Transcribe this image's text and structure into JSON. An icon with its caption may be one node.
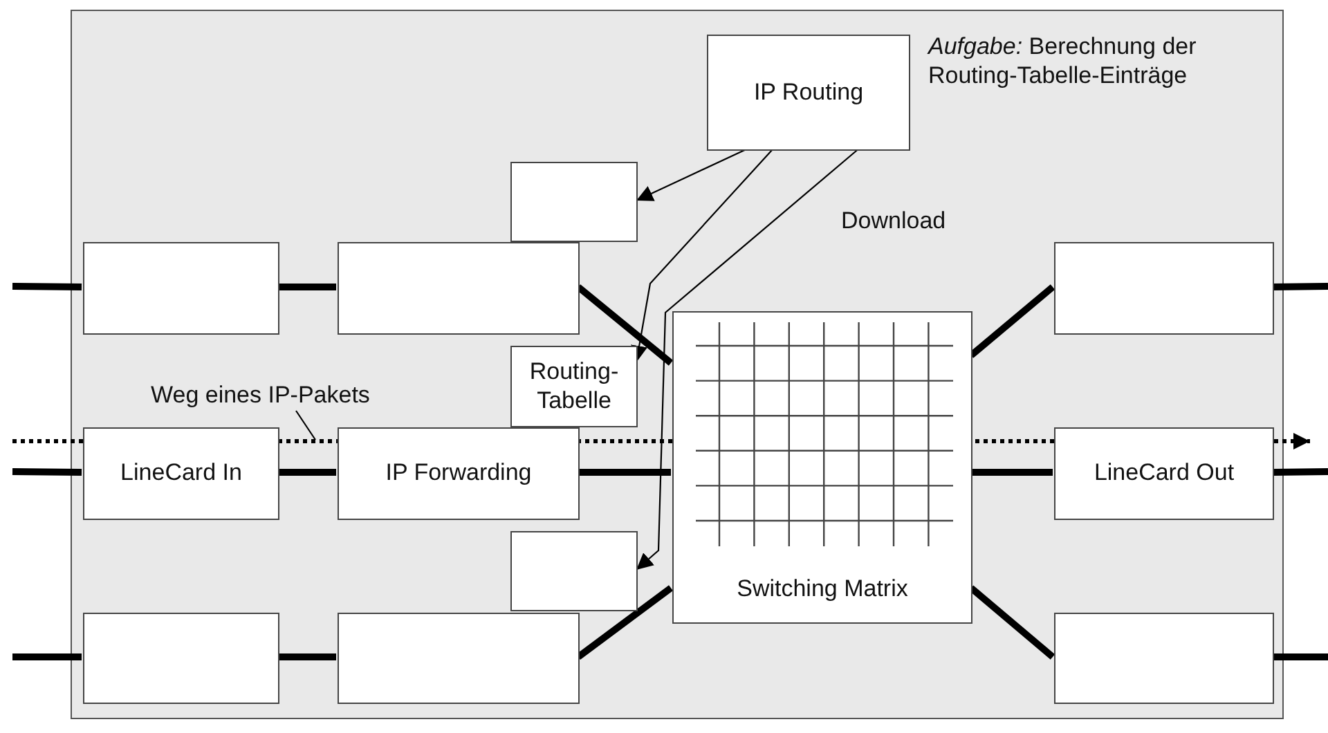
{
  "diagram": {
    "nodes": [
      {
        "text": [],
        "shape": "box"
      },
      {
        "text": [
          "IP Routing"
        ],
        "in": 0,
        "beside": [
          "*Aufgabe:* Berechnung der Routing-Tabelle-Einträge"
        ]
      },
      {
        "text": [],
        "shape": "box",
        "in": 0
      },
      {
        "text": [],
        "shape": "box",
        "in": 0
      },
      {
        "text": [],
        "shape": "box",
        "in": 0
      },
      {
        "text": [
          "Routing-Tabelle"
        ],
        "in": 0
      },
      {
        "text": [
          "LineCard In"
        ],
        "in": 0
      },
      {
        "text": [
          "IP Forwarding"
        ],
        "in": 0
      },
      {
        "text": [],
        "shape": "box",
        "in": 0
      },
      {
        "text": [],
        "shape": "box",
        "in": 0
      },
      {
        "text": [],
        "shape": "box",
        "in": 0
      },
      {
        "text": [
          "Switching Matrix"
        ],
        "in": 0
      },
      {
        "text": [],
        "shape": "box",
        "in": 0
      },
      {
        "text": [
          "LineCard Out"
        ],
        "in": 0
      },
      {
        "text": [],
        "shape": "box",
        "in": 0
      },
      {
        "text": [
          "Weg eines IP-Pakets"
        ],
        "in": 0
      }
    ],
    "edges": [
      {
        "from": null,
        "to": 3,
        "arrow": "none"
      },
      {
        "from": 3,
        "to": 4,
        "arrow": "none"
      },
      {
        "from": 4,
        "to": 11,
        "arrow": "none"
      },
      {
        "from": null,
        "to": 6,
        "arrow": "none"
      },
      {
        "from": 6,
        "to": 7,
        "arrow": "none"
      },
      {
        "from": 7,
        "to": 11,
        "arrow": "none"
      },
      {
        "from": null,
        "to": 9,
        "arrow": "none"
      },
      {
        "from": 9,
        "to": 10,
        "arrow": "none"
      },
      {
        "from": 10,
        "to": 11,
        "arrow": "none"
      },
      {
        "from": 11,
        "to": 12,
        "arrow": "none"
      },
      {
        "from": 11,
        "to": 13,
        "arrow": "none"
      },
      {
        "from": 11,
        "to": 14,
        "arrow": "none"
      },
      {
        "from": 12,
        "to": null,
        "arrow": "none"
      },
      {
        "from": 13,
        "to": null,
        "arrow": "none"
      },
      {
        "from": 14,
        "to": null,
        "arrow": "none"
      },
      {
        "from": 1,
        "to": 2,
        "arrow": "to"
      },
      {
        "from": 1,
        "to": 5,
        "arrow": "to"
      },
      {
        "from": 1,
        "to": 8,
        "arrow": "to"
      },
      {
        "from": 15,
        "to": null,
        "arrow": "none"
      }
    ],
    "labels": [
      "Download"
    ]
  }
}
